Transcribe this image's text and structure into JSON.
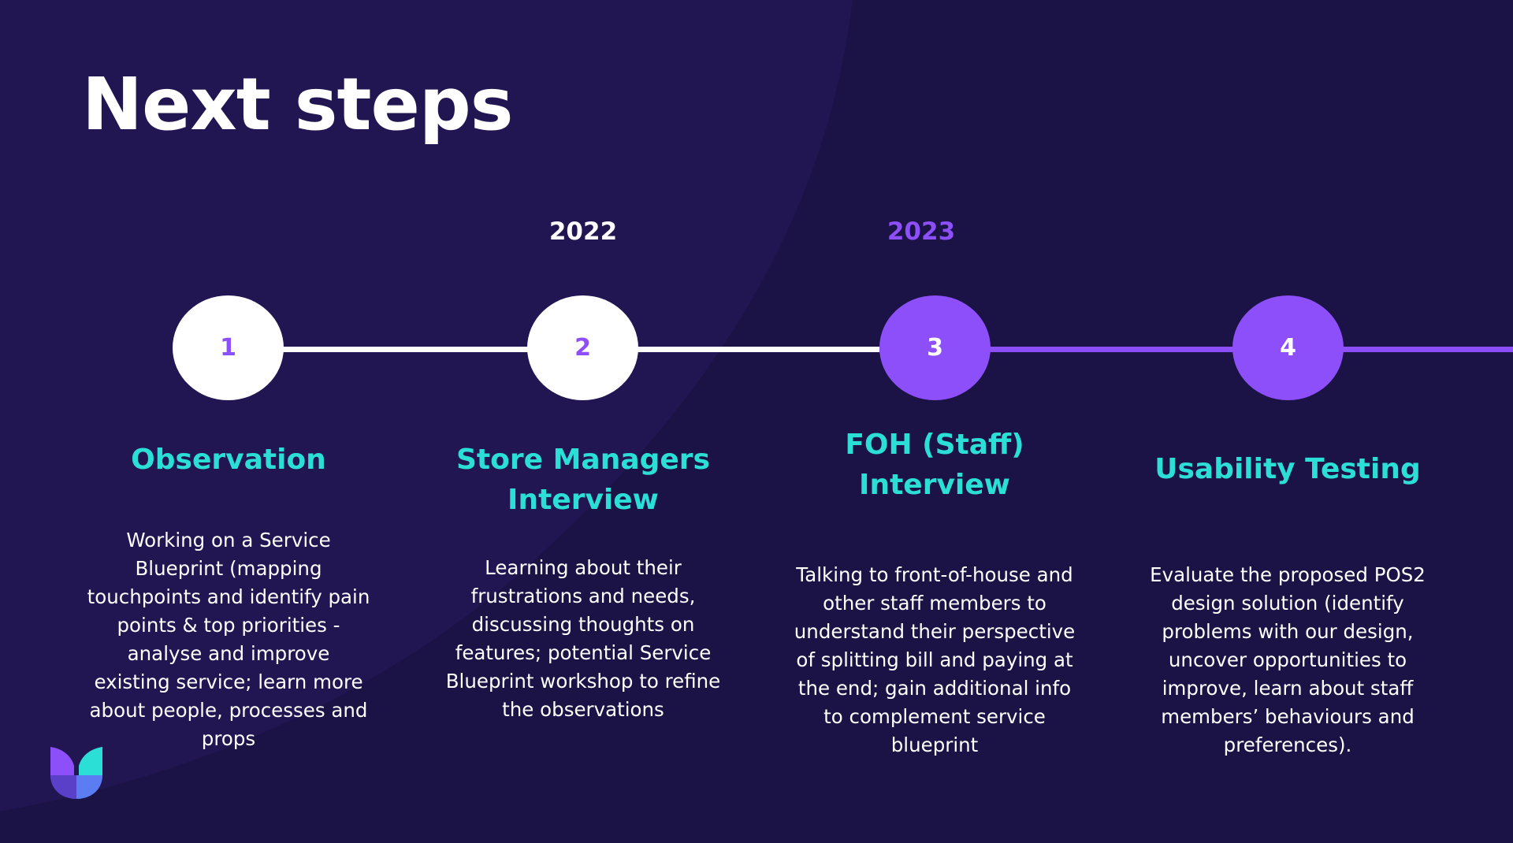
{
  "colors": {
    "background": "#1b1245",
    "background_highlight": "#211552",
    "accent_purple": "#8c4ff9",
    "accent_teal": "#2bdfd6",
    "white": "#ffffff"
  },
  "title": "Next steps",
  "years": {
    "first": "2022",
    "second": "2023"
  },
  "steps": [
    {
      "number": "1",
      "title": "Observation",
      "description": "Working on a Service Blueprint (mapping touchpoints and identify pain points & top priorities -analyse and improve existing service; learn more about people, processes and props"
    },
    {
      "number": "2",
      "title": "Store Managers Interview",
      "description": "Learning about their frustrations and needs, discussing thoughts on features; potential Service Blueprint workshop to refine the observations"
    },
    {
      "number": "3",
      "title": "FOH (Staff) Interview",
      "description": "Talking to front-of-house and other staff members to understand their perspective of splitting bill and paying at the end; gain additional info to complement service blueprint"
    },
    {
      "number": "4",
      "title": "Usability Testing",
      "description": "Evaluate the proposed POS2 design solution (identify problems with our design, uncover opportunities to improve, learn about staff members’ behaviours and preferences)."
    }
  ],
  "logo_icon": "brand-leaf-logo"
}
